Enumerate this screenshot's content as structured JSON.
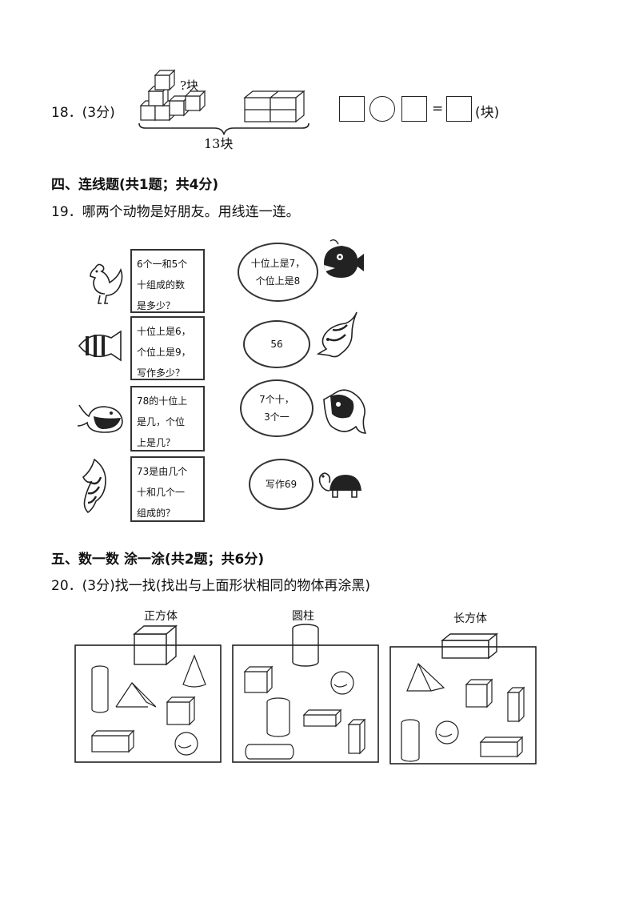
{
  "q18": {
    "label": "18．(3分)",
    "unknown_label": "?块",
    "total_label": "13块",
    "equals": "=",
    "unit": "(块)"
  },
  "section4": {
    "title": "四、连线题(共1题；共4分)"
  },
  "q19": {
    "label": "19．哪两个动物是好朋友。用线连一连。",
    "boxes": [
      [
        "6个一和5个",
        "十组成的数",
        "是多少？"
      ],
      [
        "十位上是6，",
        "个位上是9，",
        "写作多少？"
      ],
      [
        "78的十位上",
        "是几，个位",
        "上是几？"
      ],
      [
        "73是由几个",
        "十和几个一",
        "组成的？"
      ]
    ],
    "ovals": [
      [
        "十位上是7，",
        "个位上是8"
      ],
      [
        "56"
      ],
      [
        "7个十，",
        "3个一"
      ],
      [
        "写作69"
      ]
    ],
    "left_animals": [
      "rooster-icon",
      "striped-fish-icon",
      "whale-icon",
      "seahorse-fish-icon"
    ],
    "right_animals": [
      "angler-fish-icon",
      "dragon-fish-icon",
      "puffer-fish-icon",
      "turtle-icon"
    ]
  },
  "section5": {
    "title": "五、数一数 涂一涂(共2题；共6分)"
  },
  "q20": {
    "label": "20．(3分)找一找(找出与上面形状相同的物体再涂黑)",
    "panels": [
      {
        "title": "正方体",
        "icon": "cube-icon"
      },
      {
        "title": "圆柱",
        "icon": "cylinder-icon"
      },
      {
        "title": "长方体",
        "icon": "cuboid-icon"
      }
    ]
  }
}
